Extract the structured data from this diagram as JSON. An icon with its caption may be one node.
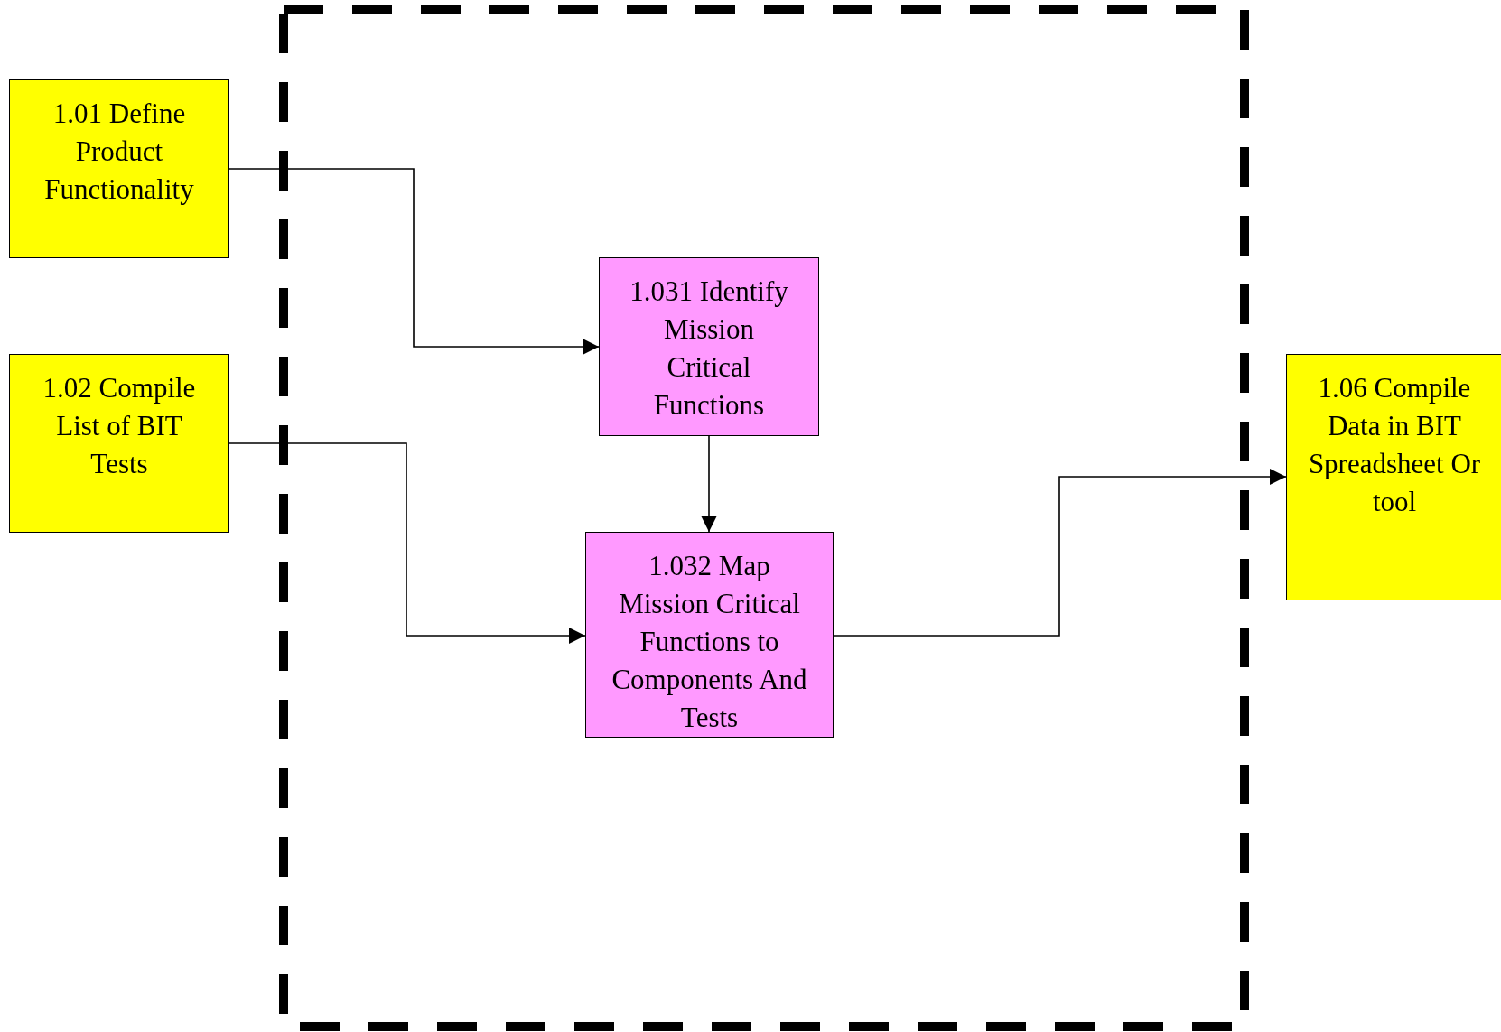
{
  "diagram": {
    "nodes": [
      {
        "text": [
          "1.01 Define Product Functionality"
        ]
      },
      {
        "text": [
          "1.02 Compile List of BIT Tests"
        ]
      },
      {
        "text": [],
        "shape": "box"
      },
      {
        "text": [
          "1.031 Identify Mission Critical Functions"
        ],
        "in": 2
      },
      {
        "text": [
          "1.032 Map Mission Critical Functions to Components And Tests"
        ],
        "in": 2
      },
      {
        "text": [
          "1.06 Compile Data in BIT Spreadsheet Or tool"
        ]
      }
    ],
    "edges": [
      {
        "from": 0,
        "to": 3,
        "arrow": "to"
      },
      {
        "from": 1,
        "to": 4,
        "arrow": "to"
      },
      {
        "from": 3,
        "to": 4,
        "arrow": "to"
      },
      {
        "from": 4,
        "to": 5,
        "arrow": "to"
      }
    ]
  }
}
